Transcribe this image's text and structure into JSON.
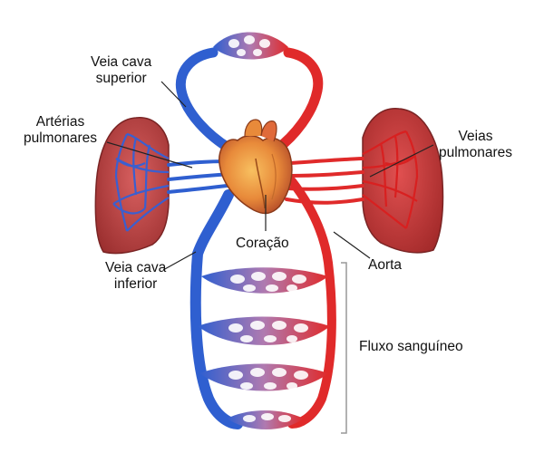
{
  "labels": {
    "veia_cava_superior": [
      "Veia cava",
      "superior"
    ],
    "arterias_pulmonares": [
      "Artérias",
      "pulmonares"
    ],
    "veias_pulmonares": [
      "Veias",
      "pulmonares"
    ],
    "coracao": "Coração",
    "aorta": "Aorta",
    "veia_cava_inferior": [
      "Veia cava",
      "inferior"
    ],
    "fluxo_sanguineo": "Fluxo sanguíneo"
  },
  "colors": {
    "venous_blood": "#2f5fd0",
    "arterial_blood": "#e02a2a",
    "lung_tissue": "#b33a3a",
    "heart": "#e88a3a",
    "leader_line": "#222222",
    "bracket": "#999999"
  }
}
